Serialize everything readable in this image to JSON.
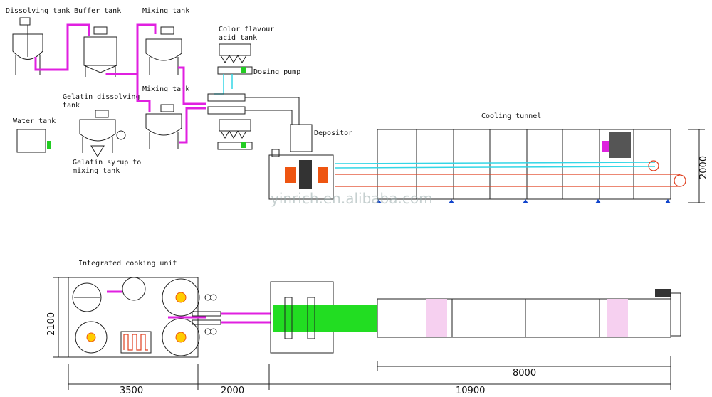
{
  "labels": {
    "dissolving_tank": "Dissolving tank",
    "buffer_tank": "Buffer tank",
    "mixing_tank_1": "Mixing tank",
    "mixing_tank_2": "Mixing tank",
    "color_flavour_1": "Color flavour",
    "color_flavour_2": "acid tank",
    "dosing_pump": "Dosing pump",
    "gelatin_dissolving_1": "Gelatin dissolving",
    "gelatin_dissolving_2": "tank",
    "water_tank": "Water tank",
    "gelatin_syrup_1": "Gelatin syrup to",
    "gelatin_syrup_2": "mixing tank",
    "depositor": "Depositor",
    "cooling_tunnel": "Cooling tunnel",
    "integrated_cooking": "Integrated cooking unit"
  },
  "dimensions": {
    "tunnel_height": "2000",
    "unit_height": "2100",
    "tunnel_length": "8000",
    "width_3500": "3500",
    "width_2000": "2000",
    "total_length": "10900"
  },
  "watermark": "yinrich.en.alibaba.com",
  "colors": {
    "pipe": "#e020e0",
    "water": "#33d6e6",
    "chain": "#e04020",
    "belt": "#22dd22"
  }
}
